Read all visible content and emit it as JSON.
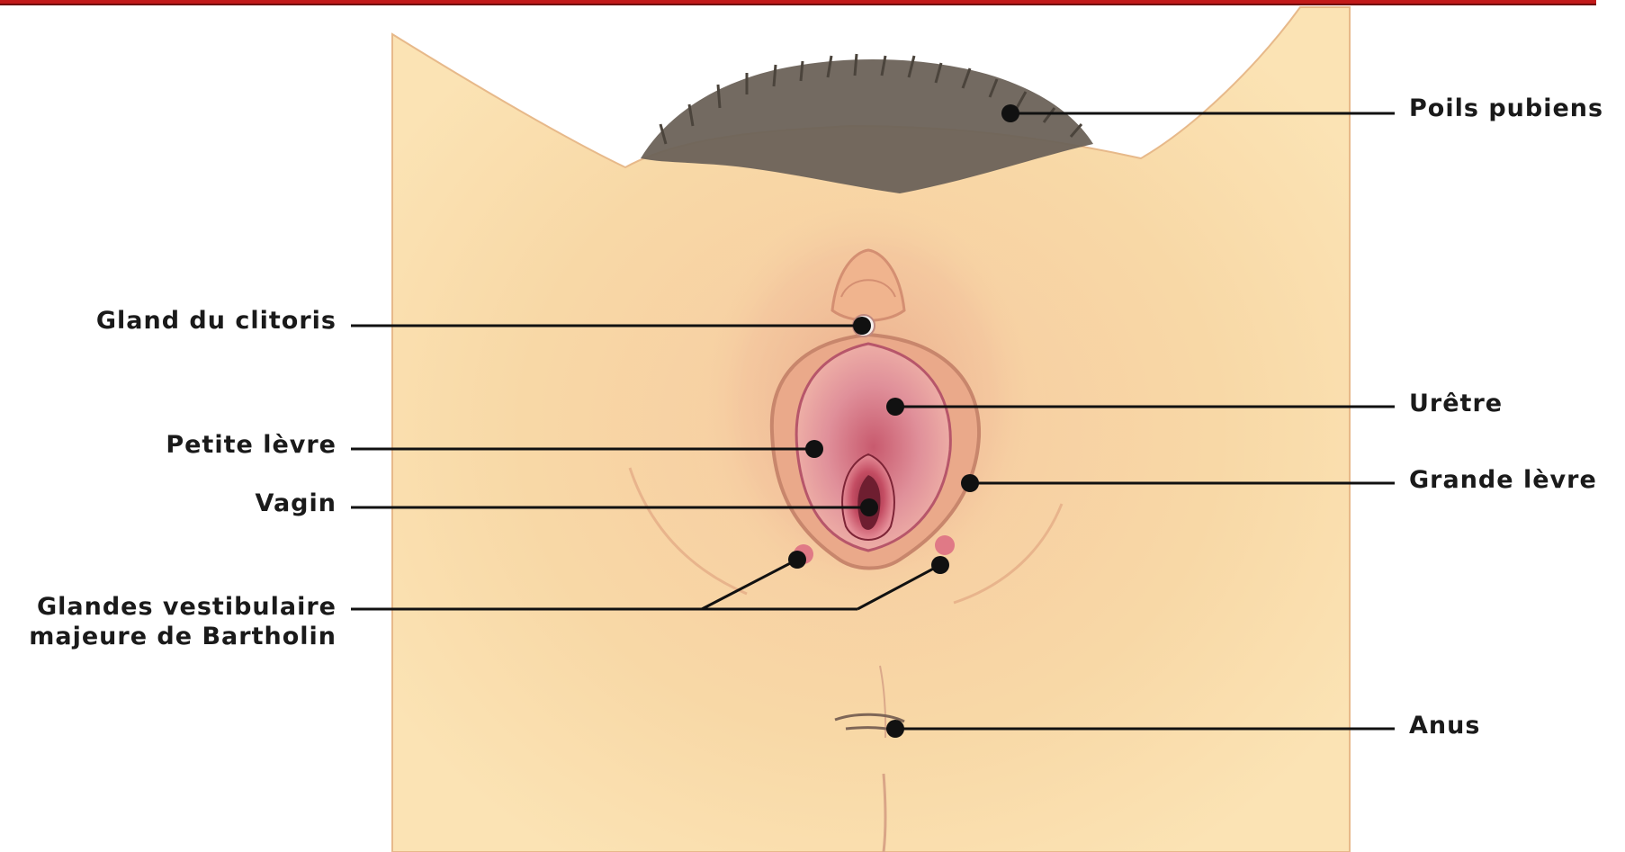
{
  "colors": {
    "frame": "#c21a1a",
    "skin": "#f7d9a4",
    "tissue": "#d9788a",
    "hair": "#6b6258",
    "leader": "#111111"
  },
  "labels": {
    "poils_pubiens": "Poils pubiens",
    "gland_clitoris": "Gland du clitoris",
    "uretre": "Urêtre",
    "petite_levre": "Petite lèvre",
    "grande_levre": "Grande lèvre",
    "vagin": "Vagin",
    "glandes_line1": "Glandes vestibulaire",
    "glandes_line2": "majeure de Bartholin",
    "anus": "Anus"
  }
}
